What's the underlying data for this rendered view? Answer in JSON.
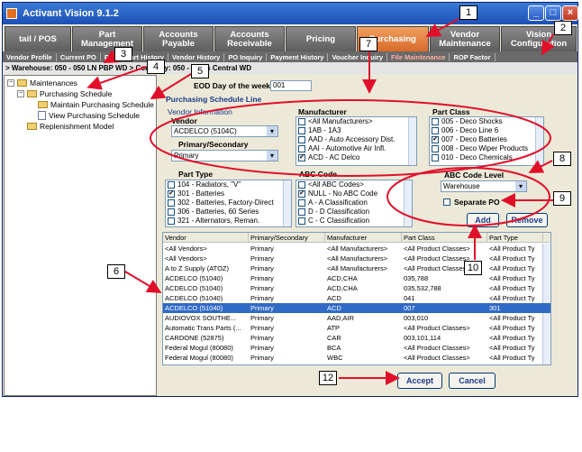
{
  "window": {
    "title": "Activant Vision 9.1.2"
  },
  "tabs": [
    {
      "label": "tail / POS"
    },
    {
      "label": "Part Management"
    },
    {
      "label": "Accounts Payable"
    },
    {
      "label": "Accounts Receivable"
    },
    {
      "label": "Pricing"
    },
    {
      "label": "Purchasing"
    },
    {
      "label": "Vendor Maintenance"
    },
    {
      "label": "Vision Configuration"
    }
  ],
  "subnav": [
    "Vendor Profile",
    "Current PO",
    "Part",
    "Part History",
    "Vendor History",
    "PO Inquiry",
    "Payment History",
    "Voucher Inquiry",
    "File Maintenance",
    "ROP Factor"
  ],
  "warehouse_bar": "> Warehouse: 050 - 050 LN PBP WD > Company: 050 - Petes Central WD",
  "tree": {
    "maintenances": "Maintenances",
    "purchasing_schedule": "Purchasing Schedule",
    "maintain": "Maintain Purchasing Schedule",
    "view": "View Purchasing Schedule",
    "replenishment": "Replenishment Model"
  },
  "eod": {
    "label": "EOD Day of the week",
    "value": "001"
  },
  "section_title": "Purchasing Schedule Line",
  "vendor_info": {
    "group_label": "Vendor Information",
    "vendor_label": "Vendor",
    "vendor_value": "ACDELCO (5104C)",
    "primary_label": "Primary/Secondary",
    "primary_value": "Primary"
  },
  "manufacturer": {
    "label": "Manufacturer",
    "items": [
      {
        "text": "<All Manufacturers>",
        "checked": false
      },
      {
        "text": "1AB - 1A3",
        "checked": false
      },
      {
        "text": "AAD - Auto Accessory Dist.",
        "checked": false
      },
      {
        "text": "AAI - Automotive Air Infl.",
        "checked": false
      },
      {
        "text": "ACD - AC Delco",
        "checked": true
      }
    ]
  },
  "part_class": {
    "label": "Part Class",
    "items": [
      {
        "text": "005 - Deco Shocks",
        "checked": false
      },
      {
        "text": "006 - Deco Line 6",
        "checked": false
      },
      {
        "text": "007 - Deco Batteries",
        "checked": true
      },
      {
        "text": "008 - Deco Wiper Products",
        "checked": false
      },
      {
        "text": "010 - Deco Chemicals",
        "checked": false
      }
    ]
  },
  "part_type": {
    "label": "Part Type",
    "items": [
      {
        "text": "104 - Radiators, \"V\"",
        "checked": false
      },
      {
        "text": "301 - Batteries",
        "checked": true
      },
      {
        "text": "302 - Batteries, Factory-Direct",
        "checked": false
      },
      {
        "text": "306 - Batteries, 60 Series",
        "checked": false
      },
      {
        "text": "321 - Alternators, Reman.",
        "checked": false
      }
    ]
  },
  "abc_code": {
    "label": "ABC Code",
    "items": [
      {
        "text": "<All ABC Codes>",
        "checked": false
      },
      {
        "text": "NULL - No ABC Code",
        "checked": true
      },
      {
        "text": "A - A Classification",
        "checked": false
      },
      {
        "text": "D - D Classification",
        "checked": false
      },
      {
        "text": "C - C Classification",
        "checked": false
      }
    ]
  },
  "abc_level": {
    "label": "ABC Code Level",
    "value": "Warehouse"
  },
  "separate_po": {
    "label": "Separate PO",
    "checked": false
  },
  "buttons": {
    "add": "Add",
    "remove": "Remove",
    "accept": "Accept",
    "cancel": "Cancel"
  },
  "grid": {
    "columns": [
      "Vendor",
      "Primary/Secondary",
      "Manufacturer",
      "Part Class",
      "Part Type"
    ],
    "rows": [
      [
        "<All Vendors>",
        "Primary",
        "<All Manufacturers>",
        "<All Product Classes>",
        "<All Product Ty"
      ],
      [
        "<All Vendors>",
        "Primary",
        "<All Manufacturers>",
        "<All Product Classes>",
        "<All Product Ty"
      ],
      [
        "A to Z Supply (ATOZ)",
        "Primary",
        "<All Manufacturers>",
        "<All Product Classes>",
        "<All Product Ty"
      ],
      [
        "ACDELCO (51040)",
        "Primary",
        "ACD,CHA",
        "035,788",
        "<All Product Ty"
      ],
      [
        "ACDELCO (51040)",
        "Primary",
        "ACD,CHA",
        "035,532,788",
        "<All Product Ty"
      ],
      [
        "ACDELCO (51040)",
        "Primary",
        "ACD",
        "041",
        "<All Product Ty"
      ],
      [
        "ACDELCO (51040)",
        "Primary",
        "ACD",
        "007",
        "301"
      ],
      [
        "AUDIOVOX SOUTHE...",
        "Primary",
        "AAD,AIR",
        "003,010",
        "<All Product Ty"
      ],
      [
        "Automatic Trans Parts (...",
        "Primary",
        "ATP",
        "<All Product Classes>",
        "<All Product Ty"
      ],
      [
        "CARDONE (52875)",
        "Primary",
        "CAR",
        "003,101,114",
        "<All Product Ty"
      ],
      [
        "Federal Mogul (80080)",
        "Primary",
        "BCA",
        "<All Product Classes>",
        "<All Product Ty"
      ],
      [
        "Federal Mogul (80080)",
        "Primary",
        "WBC",
        "<All Product Classes>",
        "<All Product Ty"
      ]
    ],
    "selected_row": 6
  },
  "callouts": [
    "1",
    "2",
    "3",
    "4",
    "5",
    "6",
    "7",
    "8",
    "9",
    "10",
    "12"
  ],
  "colors": {
    "accent": "#d86a2a",
    "selection": "#316ac5",
    "callout_arrow": "#e0102a"
  }
}
